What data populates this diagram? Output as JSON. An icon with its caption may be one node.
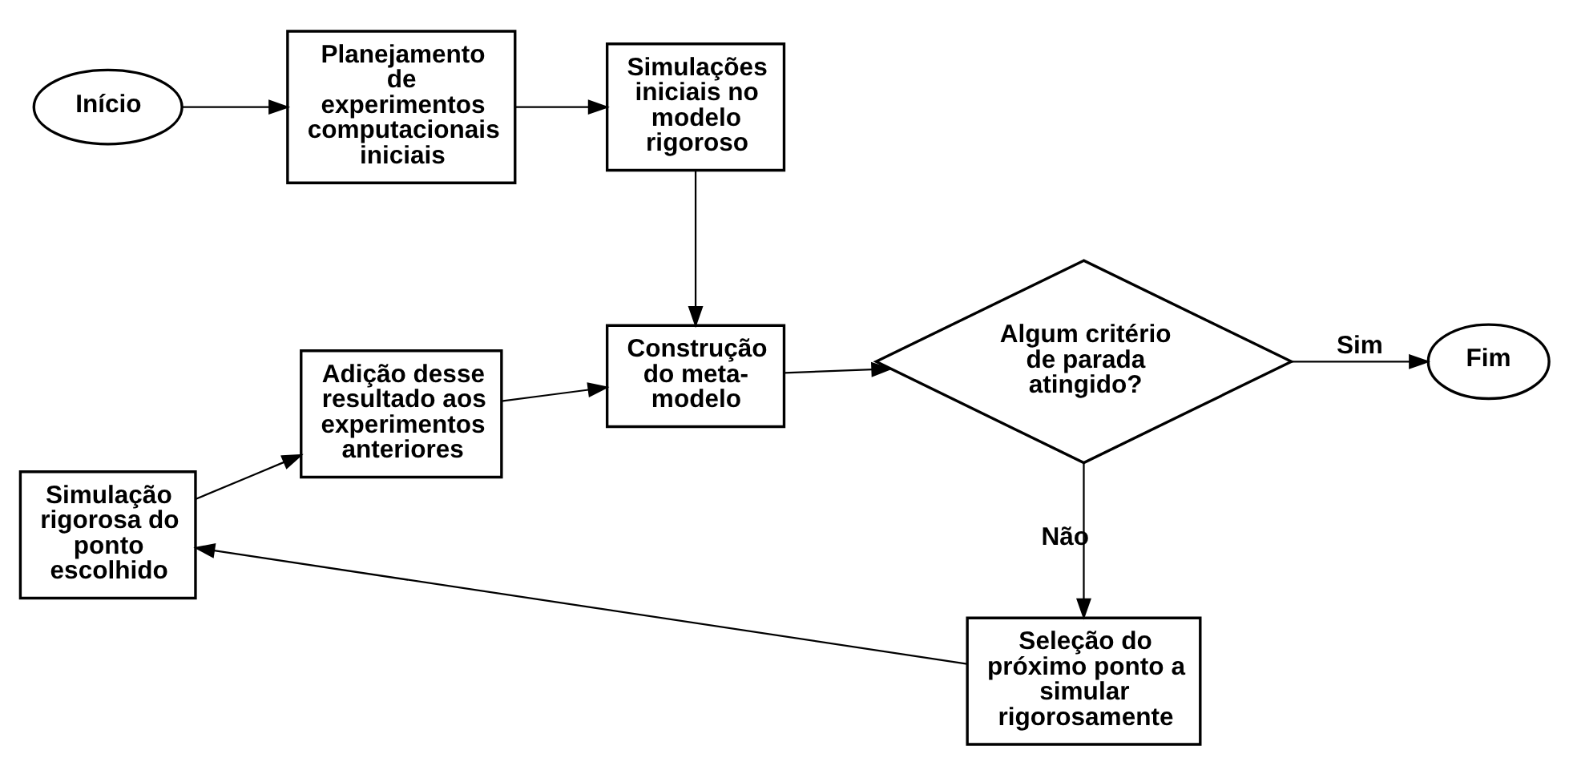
{
  "diagram": {
    "nodes": [
      {
        "text": [
          "Início"
        ]
      },
      {
        "text": [
          "Planejamento de experimentos computacionais iniciais"
        ]
      },
      {
        "text": [
          "Simulações iniciais no modelo rigoroso"
        ]
      },
      {
        "text": [
          "Construção do meta-modelo"
        ]
      },
      {
        "text": [
          "Algum critério de parada atingido?"
        ]
      },
      {
        "text": [
          "Fim"
        ]
      },
      {
        "text": [
          "Seleção do próximo ponto a simular rigorosamente"
        ]
      },
      {
        "text": [
          "Simulação rigorosa do ponto escolhido"
        ]
      },
      {
        "text": [
          "Adição desse resultado aos experimentos anteriores"
        ]
      }
    ],
    "edges": [
      {
        "from": 0,
        "to": 1,
        "arrow": "to"
      },
      {
        "from": 1,
        "to": 2,
        "arrow": "to"
      },
      {
        "from": 2,
        "to": 3,
        "arrow": "to"
      },
      {
        "from": 3,
        "to": 4,
        "arrow": "to"
      },
      {
        "from": 4,
        "to": 5,
        "arrow": "to",
        "label": "Sim"
      },
      {
        "from": 4,
        "to": 6,
        "arrow": "to",
        "label": "Não"
      },
      {
        "from": 6,
        "to": 7,
        "arrow": "to"
      },
      {
        "from": 7,
        "to": 8,
        "arrow": "to"
      },
      {
        "from": 8,
        "to": 3,
        "arrow": "to"
      }
    ]
  }
}
